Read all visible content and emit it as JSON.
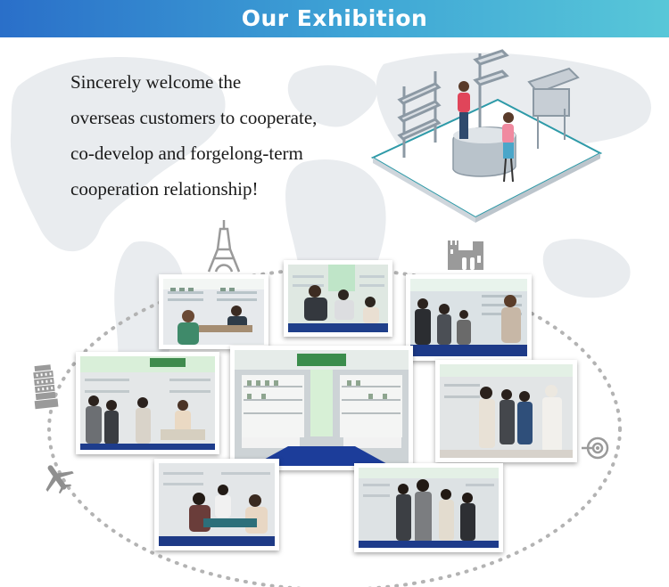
{
  "header": {
    "title": "Our Exhibition"
  },
  "intro": {
    "lines": [
      "Sincerely welcome the",
      "overseas customers to cooperate,",
      "co-develop and forgelong-term",
      "cooperation relationship!"
    ]
  },
  "colors": {
    "header_start": "#2a6fc9",
    "header_end": "#58c7d8",
    "map": "#e9ecef",
    "dots": "#b3b3b3"
  },
  "icons": [
    "eiffel-tower-icon",
    "castle-icon",
    "leaning-tower-icon",
    "airplane-icon",
    "target-icon"
  ],
  "gallery": {
    "photos": [
      "photo-booth-1",
      "photo-booth-2",
      "photo-booth-3",
      "photo-booth-4",
      "photo-booth-center",
      "photo-booth-6",
      "photo-booth-7",
      "photo-booth-8"
    ]
  }
}
